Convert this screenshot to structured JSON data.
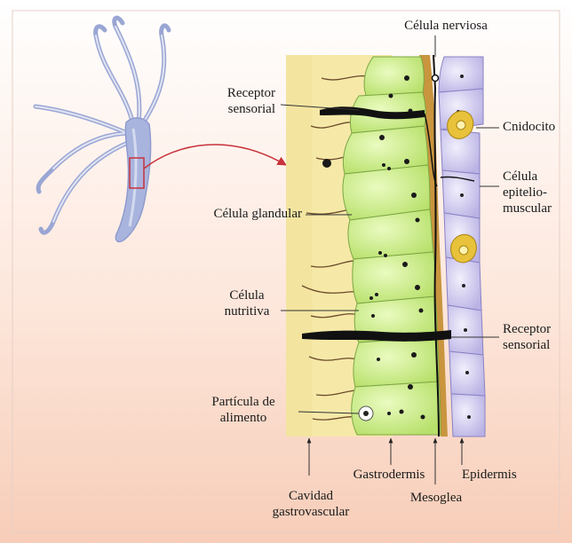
{
  "labels": {
    "celula_nerviosa": "Célula nerviosa",
    "receptor_sensorial_top": [
      "Receptor",
      "sensorial"
    ],
    "cnidocito": "Cnidocito",
    "celula_glandular": "Célula glandular",
    "celula_epitelio_muscular": [
      "Célula",
      "epitelio-",
      "muscular"
    ],
    "celula_nutritiva": [
      "Célula",
      "nutritiva"
    ],
    "receptor_sensorial_right": [
      "Receptor",
      "sensorial"
    ],
    "particula_de_alimento": [
      "Partícula de",
      "alimento"
    ],
    "gastrodermis": "Gastrodermis",
    "epidermis": "Epidermis",
    "cavidad_gastrovascular": [
      "Cavidad",
      "gastrovascular"
    ],
    "mesoglea": "Mesoglea"
  },
  "colors": {
    "background_top": "#ffffff",
    "background_bottom": "#f7cdb8",
    "gastrovascular_cavity": "#f6e9a8",
    "gastrodermis_cell": "#c9ec86",
    "mesoglea": "#c9953e",
    "epidermis_cell": "#d8d4f2",
    "cnidocyte": "#e8c23a",
    "hydra_body": "#a9b4de",
    "pointer_arrow": "#c8323a",
    "nerve_process": "#111111"
  }
}
